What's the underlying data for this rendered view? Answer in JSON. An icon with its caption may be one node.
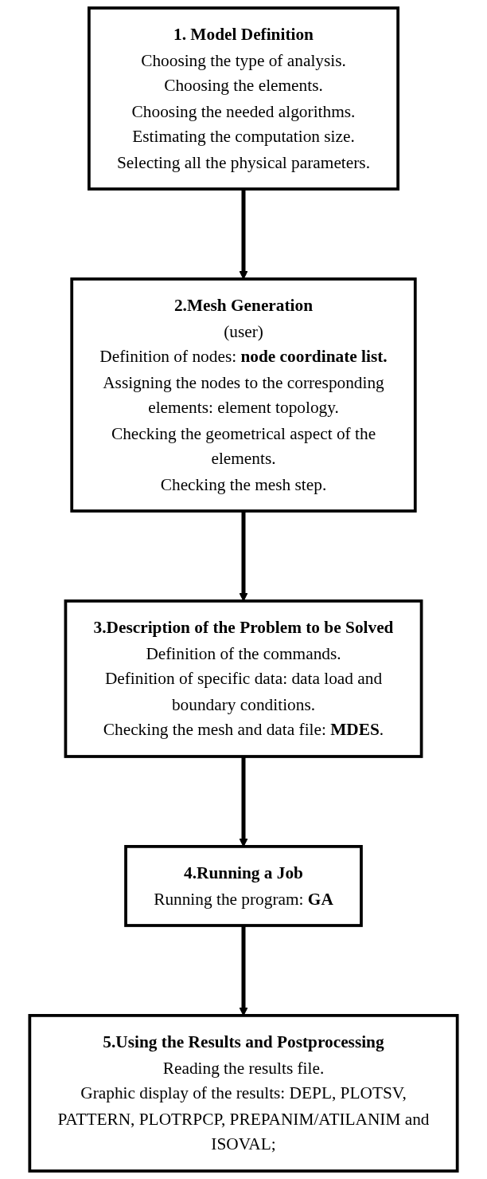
{
  "diagram": {
    "nodes": [
      {
        "text": [
          "1. Model Definition",
          "Choosing the type of analysis.",
          "Choosing the elements.",
          "Choosing the needed algorithms.",
          "Estimating the computation size.",
          "Selecting all the physical parameters."
        ]
      },
      {
        "text": [
          "2.Mesh Generation",
          "(user)",
          "Definition of nodes: **node coordinate list.**",
          "Assigning the nodes to the corresponding elements: element topology.",
          "Checking the geometrical aspect of the elements.",
          "Checking the mesh step."
        ]
      },
      {
        "text": [
          "3.Description of the Problem to be Solved",
          "Definition of the commands.",
          "Definition of specific data: data load and boundary conditions.",
          "Checking the mesh and data file: **MDES**."
        ]
      },
      {
        "text": [
          "4.Running a Job",
          "Running the program: **GA**"
        ]
      },
      {
        "text": [
          "5.Using the Results and Postprocessing",
          "Reading the results file.",
          "Graphic display of the results: DEPL, PLOTSV, PATTERN, PLOTRPCP, PREPANIM/ATILANIM and ISOVAL;"
        ]
      }
    ],
    "edges": [
      {
        "from": 0,
        "to": 1,
        "arrow": "to"
      },
      {
        "from": 1,
        "to": 2,
        "arrow": "to"
      },
      {
        "from": 2,
        "to": 3,
        "arrow": "to"
      },
      {
        "from": 3,
        "to": 4,
        "arrow": "to"
      }
    ]
  }
}
